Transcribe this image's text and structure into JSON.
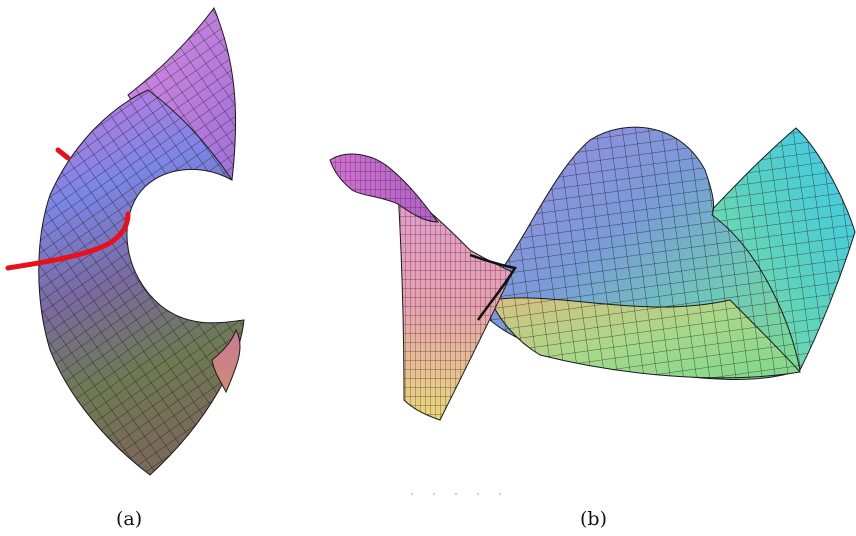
{
  "figure": {
    "panels": [
      {
        "id": "a",
        "label": "(a)"
      },
      {
        "id": "b",
        "label": "(b)"
      }
    ],
    "colors": {
      "red_curve": "#e8101a",
      "grid_line": "#1a1a1a",
      "surface_magenta": "#c871d8",
      "surface_blue": "#7a8ae8",
      "surface_olive": "#6b7a46",
      "surface_cyan": "#3fc9e8",
      "surface_pink": "#e49ac8",
      "surface_yellow": "#e8d070",
      "surface_green": "#86e08e"
    }
  }
}
